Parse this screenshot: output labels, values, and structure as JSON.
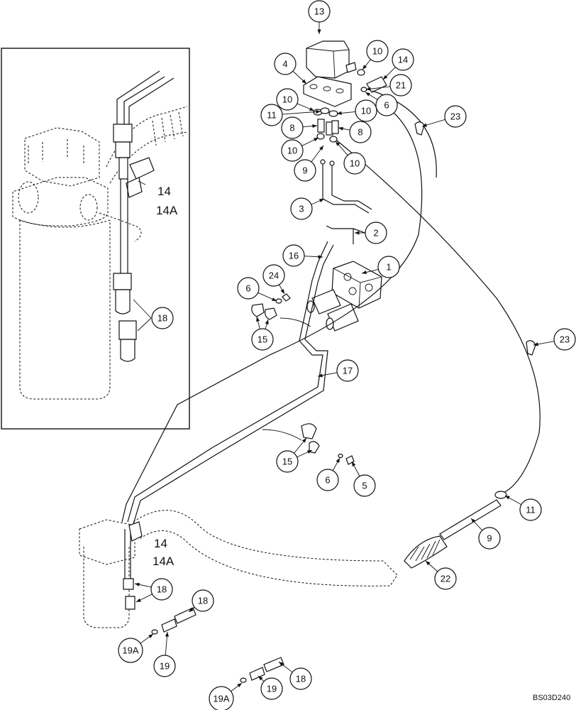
{
  "figure_ref": "BS03D240",
  "inset": {
    "callouts": [
      {
        "id": "inset-18",
        "label": "18"
      }
    ],
    "text_labels": [
      {
        "id": "inset-14",
        "text": "14"
      },
      {
        "id": "inset-14a",
        "text": "14A"
      }
    ]
  },
  "callouts": [
    {
      "id": "c13",
      "label": "13"
    },
    {
      "id": "c10a",
      "label": "10"
    },
    {
      "id": "c14",
      "label": "14"
    },
    {
      "id": "c4",
      "label": "4"
    },
    {
      "id": "c21",
      "label": "21"
    },
    {
      "id": "c10b",
      "label": "10"
    },
    {
      "id": "c6a",
      "label": "6"
    },
    {
      "id": "c10c",
      "label": "10"
    },
    {
      "id": "c11a",
      "label": "11"
    },
    {
      "id": "c23a",
      "label": "23"
    },
    {
      "id": "c8a",
      "label": "8"
    },
    {
      "id": "c8b",
      "label": "8"
    },
    {
      "id": "c10d",
      "label": "10"
    },
    {
      "id": "c9a",
      "label": "9"
    },
    {
      "id": "c10e",
      "label": "10"
    },
    {
      "id": "c3",
      "label": "3"
    },
    {
      "id": "c2",
      "label": "2"
    },
    {
      "id": "c16",
      "label": "16"
    },
    {
      "id": "c1",
      "label": "1"
    },
    {
      "id": "c24",
      "label": "24"
    },
    {
      "id": "c6b",
      "label": "6"
    },
    {
      "id": "c15a",
      "label": "15"
    },
    {
      "id": "c23b",
      "label": "23"
    },
    {
      "id": "c17",
      "label": "17"
    },
    {
      "id": "c15b",
      "label": "15"
    },
    {
      "id": "c6c",
      "label": "6"
    },
    {
      "id": "c5",
      "label": "5"
    },
    {
      "id": "c11b",
      "label": "11"
    },
    {
      "id": "c9b",
      "label": "9"
    },
    {
      "id": "c22",
      "label": "22"
    },
    {
      "id": "c18a",
      "label": "18"
    },
    {
      "id": "c18b",
      "label": "18"
    },
    {
      "id": "c19a1",
      "label": "19A"
    },
    {
      "id": "c19a",
      "label": "19"
    },
    {
      "id": "c18c",
      "label": "18"
    },
    {
      "id": "c19a2",
      "label": "19A"
    },
    {
      "id": "c19b",
      "label": "19"
    }
  ],
  "text_labels": [
    {
      "id": "t14",
      "text": "14"
    },
    {
      "id": "t14a",
      "text": "14A"
    }
  ]
}
